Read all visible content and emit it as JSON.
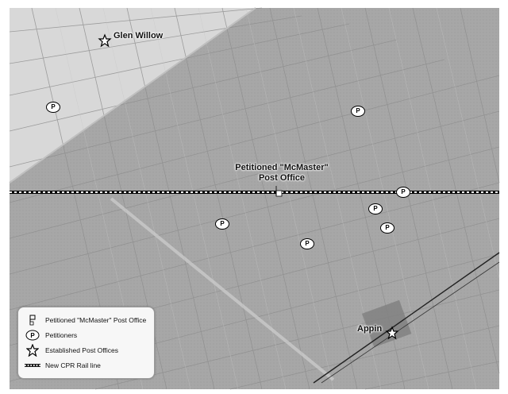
{
  "places": {
    "glen_willow": "Glen Willow",
    "appin": "Appin"
  },
  "petitioned_post_office": {
    "line1": "Petitioned \"McMaster\"",
    "line2": "Post Office"
  },
  "legend": {
    "items": [
      {
        "icon": "flag-icon",
        "label": "Petitioned \"McMaster\" Post Office"
      },
      {
        "icon": "petitioner-icon",
        "label": "Petitioners"
      },
      {
        "icon": "star-icon",
        "label": "Established Post Offices"
      },
      {
        "icon": "rail-line-icon",
        "label": "New CPR Rail line"
      }
    ]
  },
  "petitioner_marker_letter": "P",
  "colors": {
    "map_dark": "#a9a9a9",
    "map_light": "#d9d9d9",
    "rail": "#111111"
  }
}
